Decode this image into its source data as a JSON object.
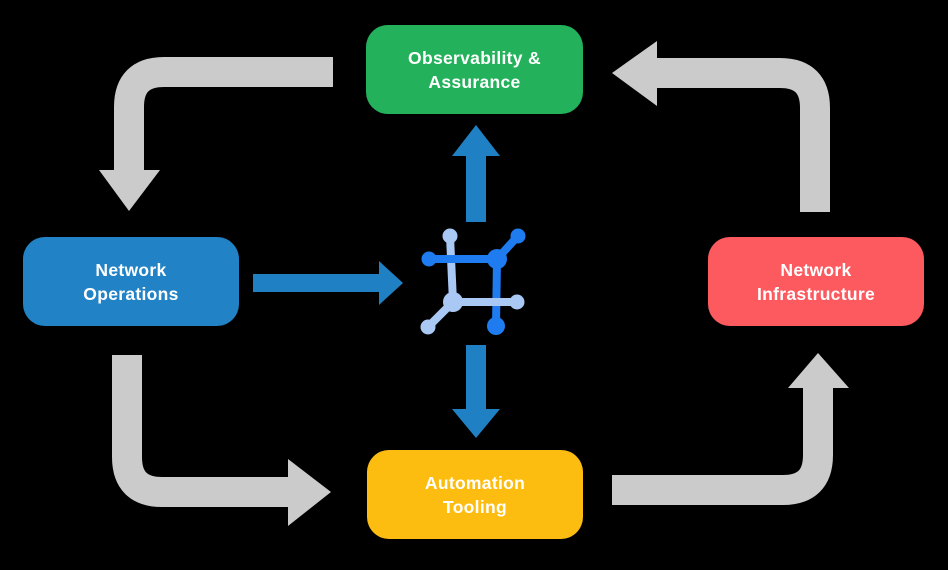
{
  "diagram": {
    "nodes": {
      "observability": {
        "line1": "Observability &",
        "line2": "Assurance",
        "color": "#23b25b"
      },
      "operations": {
        "line1": "Network",
        "line2": "Operations",
        "color": "#2183c6"
      },
      "infrastructure": {
        "line1": "Network",
        "line2": "Infrastructure",
        "color": "#fc5a5e"
      },
      "automation": {
        "line1": "Automation",
        "line2": "Tooling",
        "color": "#fdbd10"
      }
    },
    "center_icon": "network-nodes-icon",
    "connections": {
      "gray_cycle": [
        {
          "from": "observability",
          "to": "operations",
          "shape": "elbow-down"
        },
        {
          "from": "operations",
          "to": "automation",
          "shape": "elbow-right"
        },
        {
          "from": "automation",
          "to": "infrastructure",
          "shape": "elbow-up"
        },
        {
          "from": "infrastructure",
          "to": "observability",
          "shape": "elbow-left"
        }
      ],
      "blue_links": [
        {
          "from": "operations",
          "to": "center-icon",
          "direction": "right"
        },
        {
          "from": "center-icon",
          "to": "observability",
          "direction": "up"
        },
        {
          "from": "center-icon",
          "to": "automation",
          "direction": "down"
        }
      ]
    }
  },
  "colors": {
    "background": "#000000",
    "label_text": "#ffffff",
    "arrow_gray": "#cbcbcb",
    "arrow_blue": "#2080c4",
    "icon_dark_blue": "#1e7cf0",
    "icon_light_blue": "#a9c8f3"
  }
}
